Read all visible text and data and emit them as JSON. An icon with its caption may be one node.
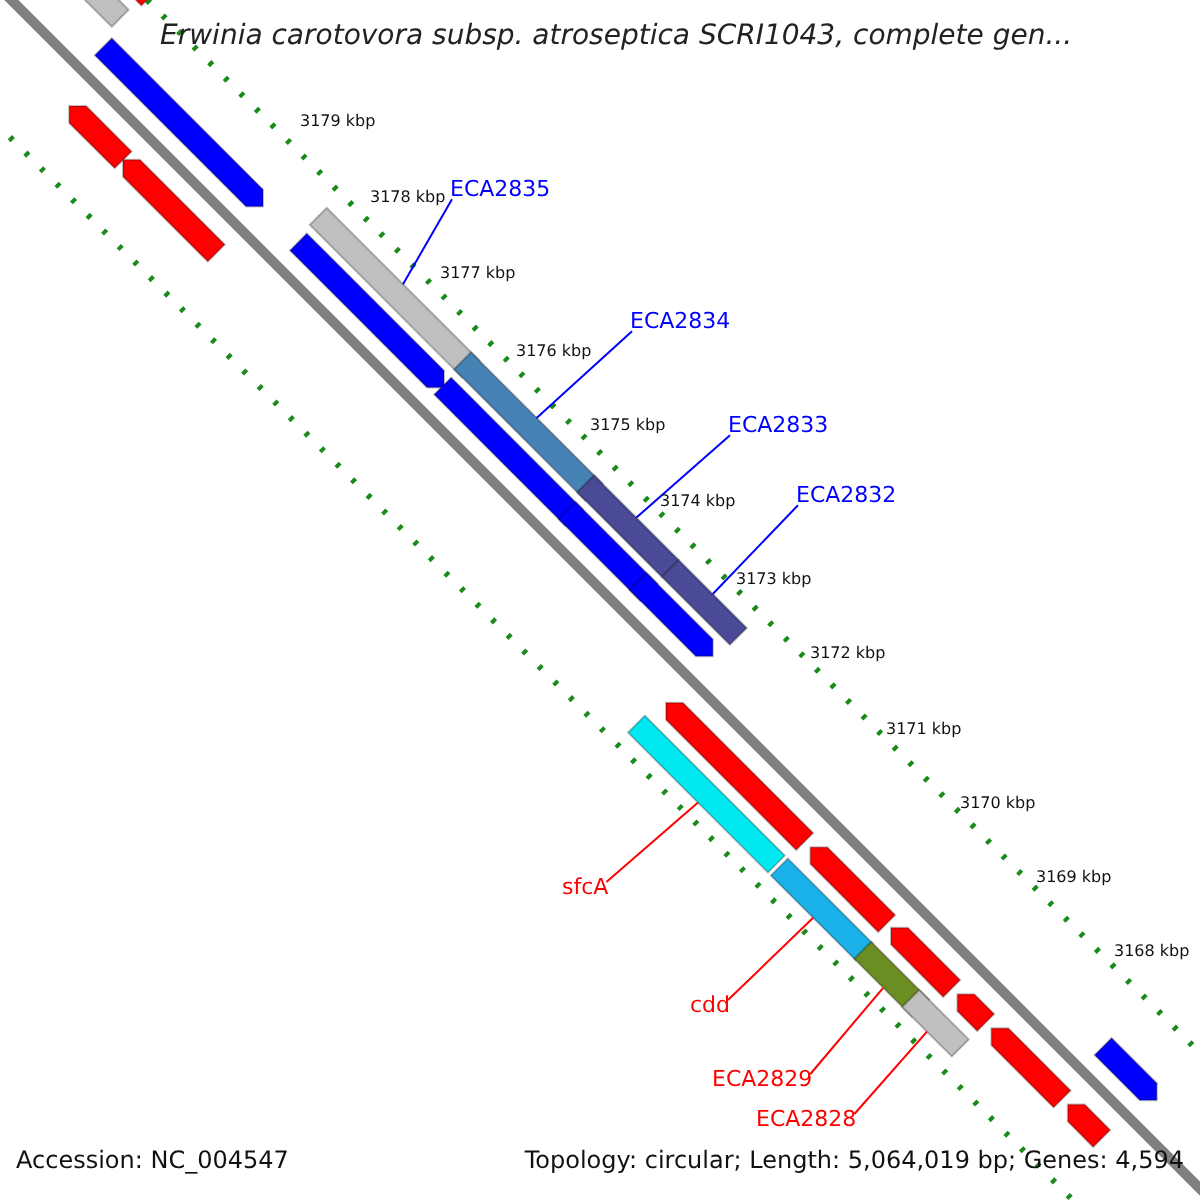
{
  "diagram": {
    "title": "Erwinia carotovora subsp. atroseptica SCRI1043, complete gen...",
    "nodes": [
      {
        "text": [
          "ECA2835"
        ]
      },
      {
        "text": [],
        "shape": "bar"
      },
      {
        "text": [
          "ECA2834"
        ]
      },
      {
        "text": [],
        "shape": "bar"
      },
      {
        "text": [
          "ECA2833"
        ]
      },
      {
        "text": [],
        "shape": "bar"
      },
      {
        "text": [
          "ECA2832"
        ]
      },
      {
        "text": [],
        "shape": "bar"
      },
      {
        "text": [
          "sfcA"
        ]
      },
      {
        "text": [],
        "shape": "bar"
      },
      {
        "text": [
          "cdd"
        ]
      },
      {
        "text": [],
        "shape": "bar"
      },
      {
        "text": [
          "ECA2829"
        ]
      },
      {
        "text": [],
        "shape": "bar"
      },
      {
        "text": [
          "ECA2828"
        ]
      },
      {
        "text": [],
        "shape": "bar"
      },
      {
        "text": [],
        "shape": "bar"
      },
      {
        "text": [],
        "shape": "bar"
      },
      {
        "text": [],
        "shape": "bar"
      },
      {
        "text": [],
        "shape": "bar"
      },
      {
        "text": [],
        "shape": "bar"
      },
      {
        "text": [],
        "shape": "bar"
      },
      {
        "text": [],
        "shape": "bar"
      },
      {
        "text": [],
        "shape": "bar"
      },
      {
        "text": [],
        "shape": "bar"
      },
      {
        "text": [],
        "shape": "bar"
      },
      {
        "text": [],
        "shape": "bar"
      },
      {
        "text": [],
        "shape": "bar"
      },
      {
        "text": [],
        "shape": "bar"
      },
      {
        "text": [],
        "shape": "bar"
      },
      {
        "text": [],
        "shape": "bar"
      },
      {
        "text": [],
        "shape": "bar"
      }
    ],
    "edges": [
      {
        "from": 0,
        "to": 1,
        "arrow": "none",
        "color": "#0000ff"
      },
      {
        "from": 2,
        "to": 3,
        "arrow": "none",
        "color": "#0000ff"
      },
      {
        "from": 4,
        "to": 5,
        "arrow": "none",
        "color": "#0000ff"
      },
      {
        "from": 6,
        "to": 7,
        "arrow": "none",
        "color": "#0000ff"
      },
      {
        "from": 8,
        "to": 9,
        "arrow": "none",
        "color": "#ff0000"
      },
      {
        "from": 10,
        "to": 11,
        "arrow": "none",
        "color": "#ff0000"
      },
      {
        "from": 12,
        "to": 13,
        "arrow": "none",
        "color": "#ff0000"
      },
      {
        "from": 14,
        "to": 15,
        "arrow": "none",
        "color": "#ff0000"
      }
    ],
    "labels": [
      "3179 kbp",
      "3178 kbp",
      "3177 kbp",
      "3176 kbp",
      "3175 kbp",
      "3174 kbp",
      "3173 kbp",
      "3172 kbp",
      "3171 kbp",
      "3170 kbp",
      "3169 kbp",
      "3168 kbp",
      "Accession: NC_004547",
      "Topology: circular; Length: 5,064,019 bp; Genes: 4,594"
    ]
  }
}
